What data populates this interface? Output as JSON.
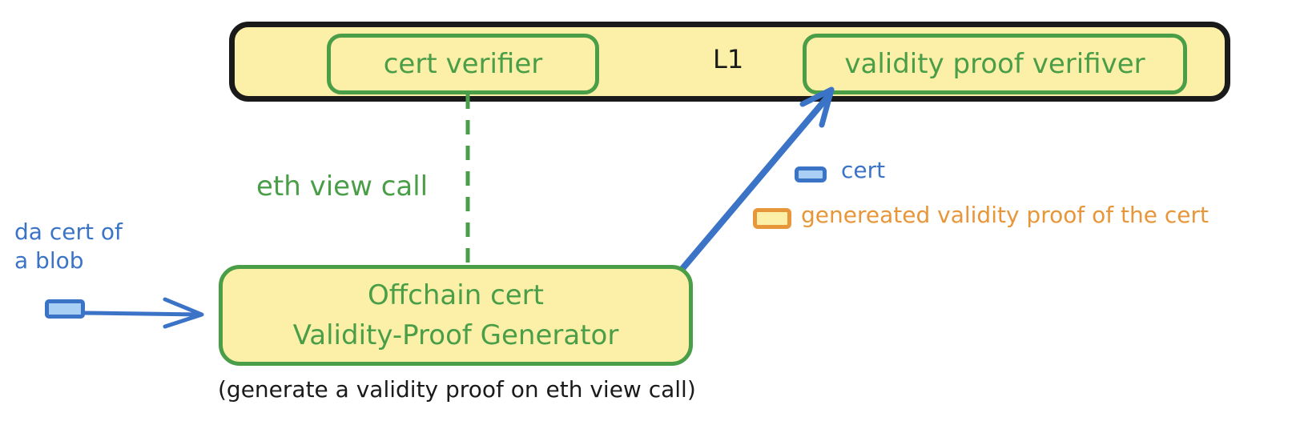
{
  "l1": {
    "label": "L1"
  },
  "cert_verifier": {
    "label": "cert verifier"
  },
  "validity_proof_verifier": {
    "label": "validity proof verifiver"
  },
  "connector": {
    "label": "eth view call"
  },
  "generator": {
    "line1": "Offchain cert",
    "line2": "Validity-Proof Generator"
  },
  "generator_caption": "(generate a validity proof on eth view call)",
  "input": {
    "line1": "da cert of",
    "line2": "a blob"
  },
  "legend": {
    "cert": "cert",
    "proof": "genereated validity proof of the cert"
  },
  "colors": {
    "green": "#4a9e48",
    "blue": "#3b74c7",
    "orange": "#e8963a",
    "yellow_fill": "#fcefa8",
    "light_blue_fill": "#a9cff5",
    "dark": "#1a1a1a"
  }
}
